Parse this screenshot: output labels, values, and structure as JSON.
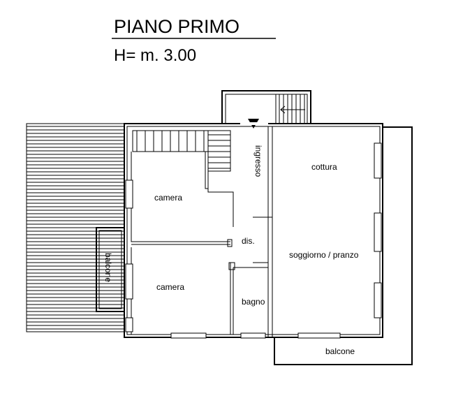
{
  "plan": {
    "title": "PIANO PRIMO",
    "height_label": "H= m. 3.00",
    "rooms": {
      "ingresso": "ingresso",
      "cottura": "cottura",
      "camera_top": "camera",
      "camera_bottom": "camera",
      "disimpegno": "dis.",
      "soggiorno": "soggiorno / pranzo",
      "bagno": "bagno",
      "balcone_left": "balcone",
      "balcone_bottom": "balcone"
    }
  },
  "colors": {
    "line": "#000000",
    "background": "#ffffff"
  }
}
